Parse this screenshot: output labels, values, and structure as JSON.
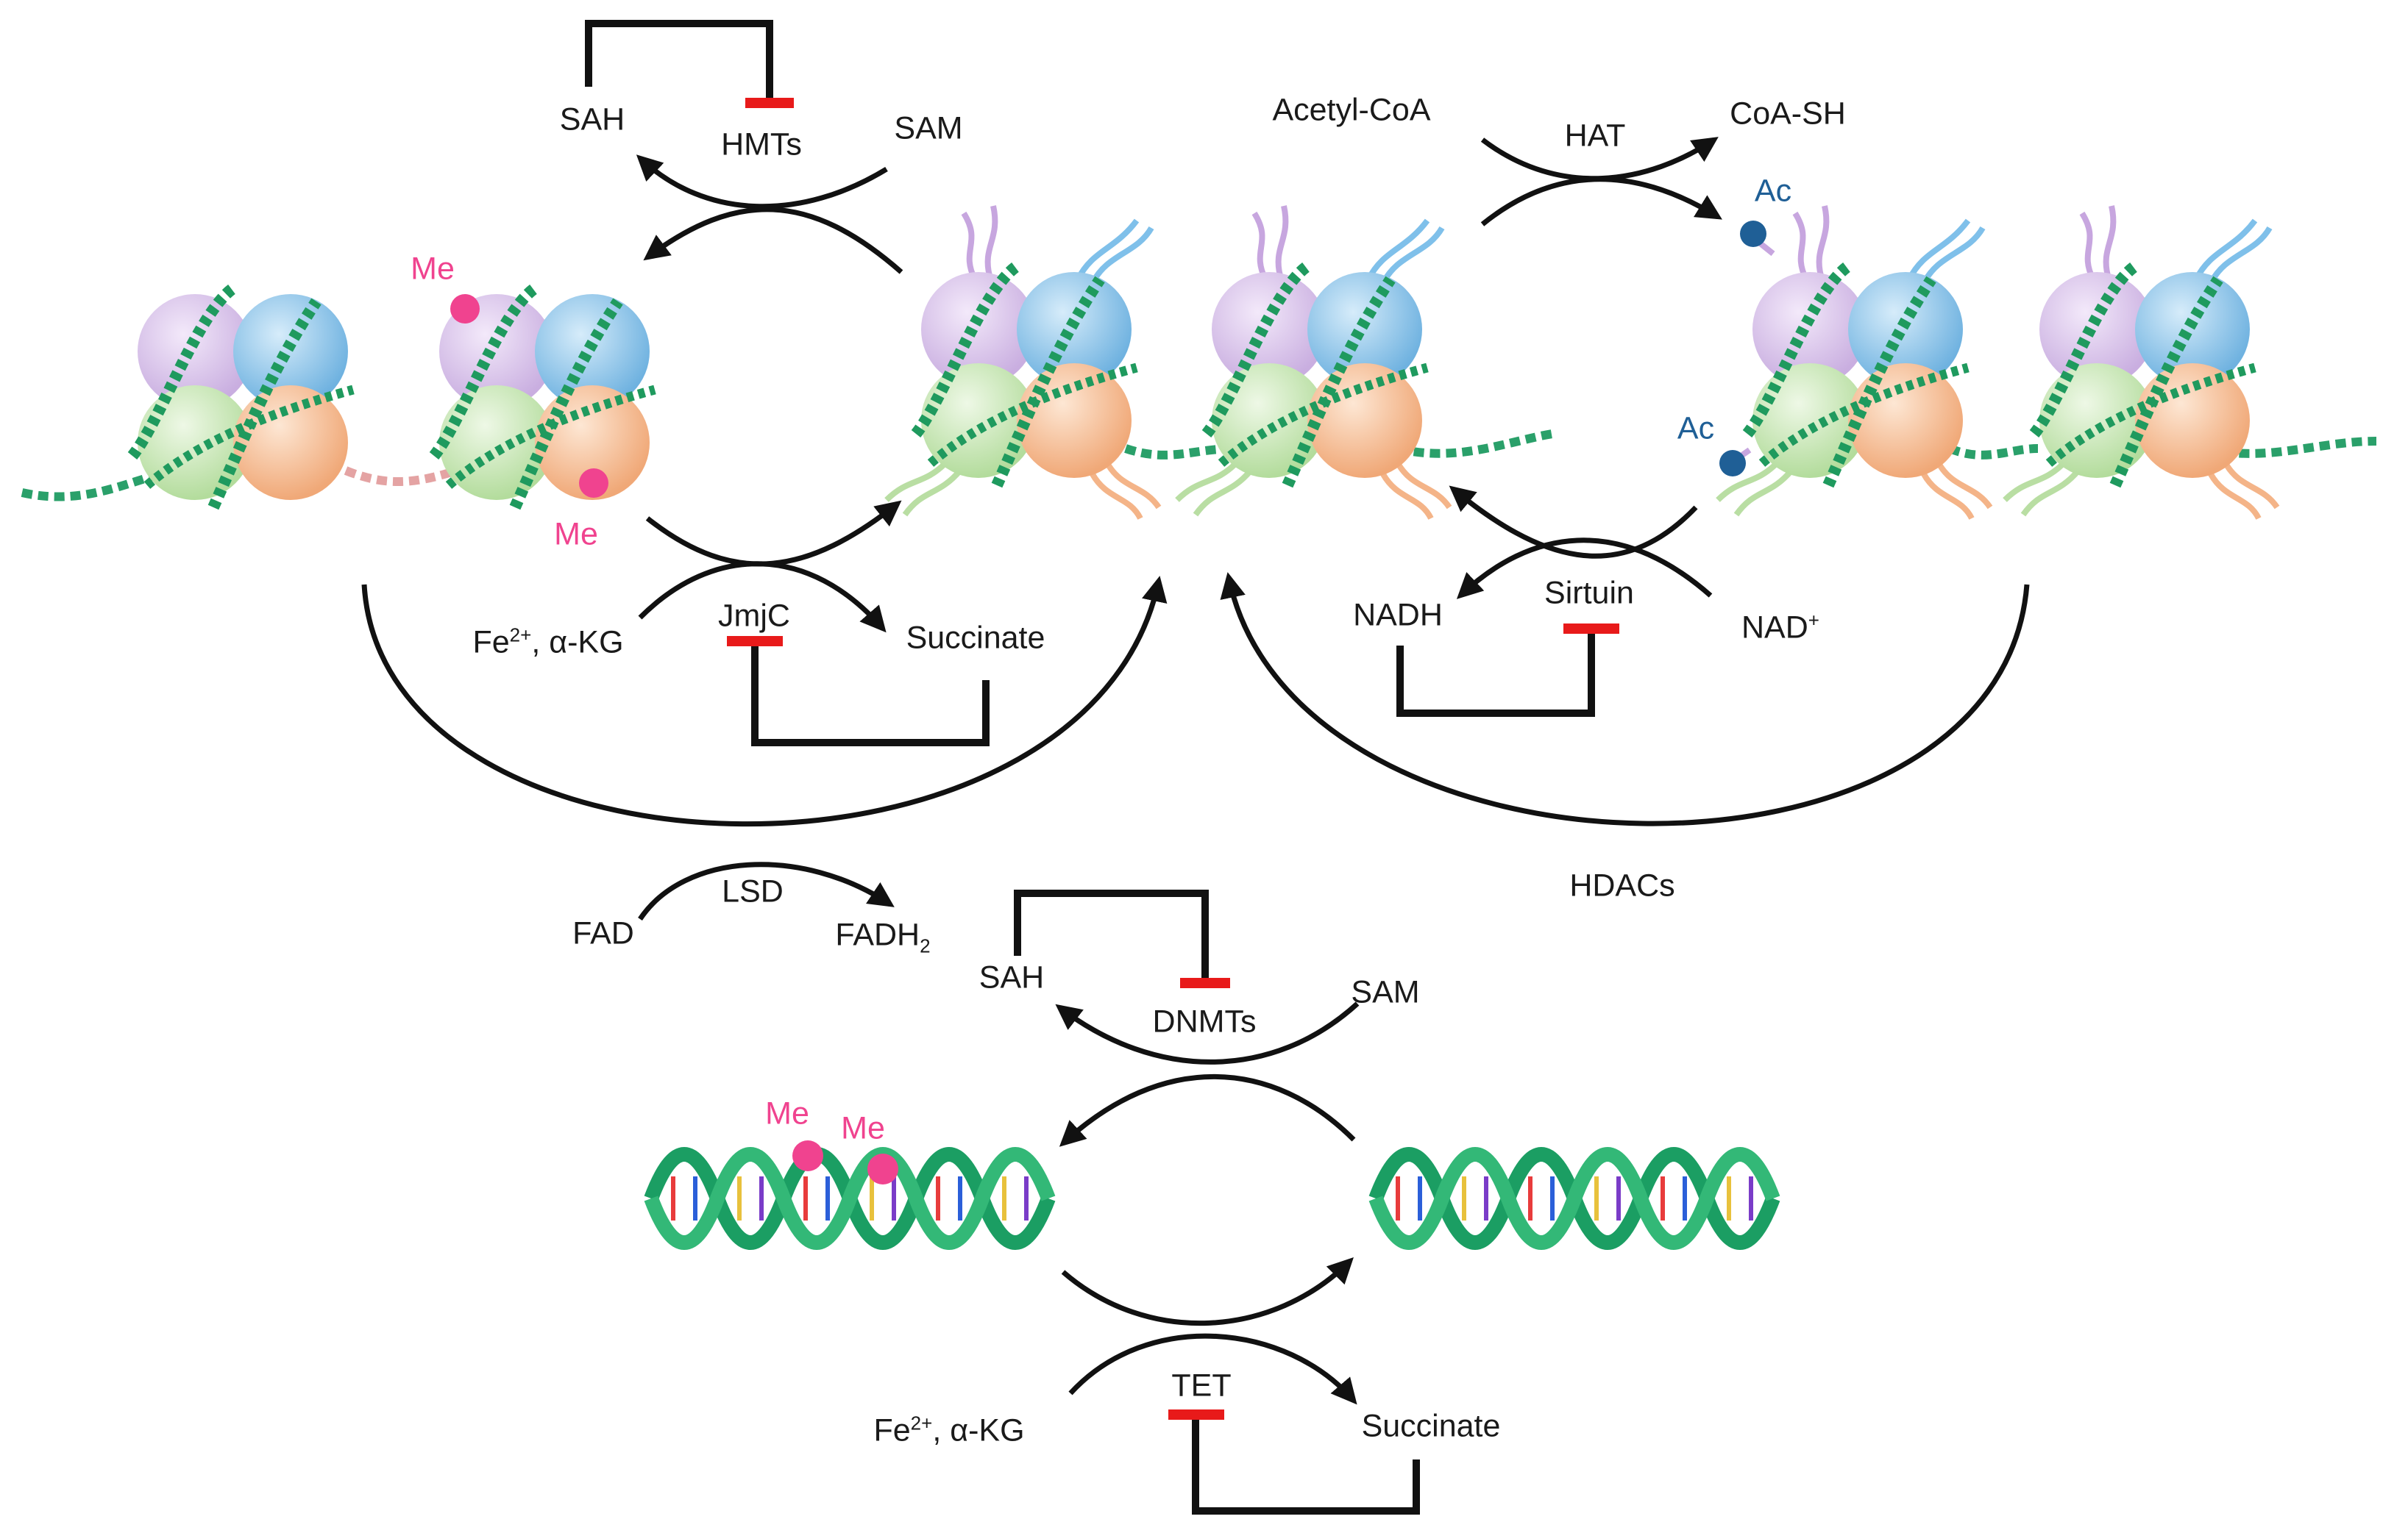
{
  "histone_methylation": {
    "enzyme_add": "HMTs",
    "substrate_add": "SAM",
    "product_add": "SAH",
    "enzyme_remove": "JmjC",
    "cofactor_remove": "Fe2+, α-KG",
    "product_remove": "Succinate",
    "mark_top": "Me",
    "mark_bottom": "Me"
  },
  "lsd": {
    "enzyme": "LSD",
    "substrate": "FAD",
    "product": "FADH2"
  },
  "histone_acetylation": {
    "donor": "Acetyl-CoA",
    "enzyme_add": "HAT",
    "product_add": "CoA-SH",
    "mark_top": "Ac",
    "mark_bottom": "Ac",
    "enzyme_remove": "Sirtuin",
    "cofactor_remove": "NAD+",
    "product_remove": "NADH",
    "hdac_label": "HDACs"
  },
  "dna_methylation": {
    "enzyme_add": "DNMTs",
    "substrate_add": "SAM",
    "product_add": "SAH",
    "mark_left": "Me",
    "mark_right": "Me",
    "enzyme_remove": "TET",
    "cofactor_remove": "Fe2+, α-KG",
    "product_remove": "Succinate"
  },
  "colors": {
    "inhibition": "#e81a1a",
    "methyl_mark": "#f0438f",
    "acetyl_mark": "#1f5f96",
    "histone_purple": "#d9c3ea",
    "histone_blue": "#8ec6ea",
    "histone_green": "#c8e6b5",
    "histone_orange": "#f7c39c",
    "dna_green": "#2ea36b"
  }
}
